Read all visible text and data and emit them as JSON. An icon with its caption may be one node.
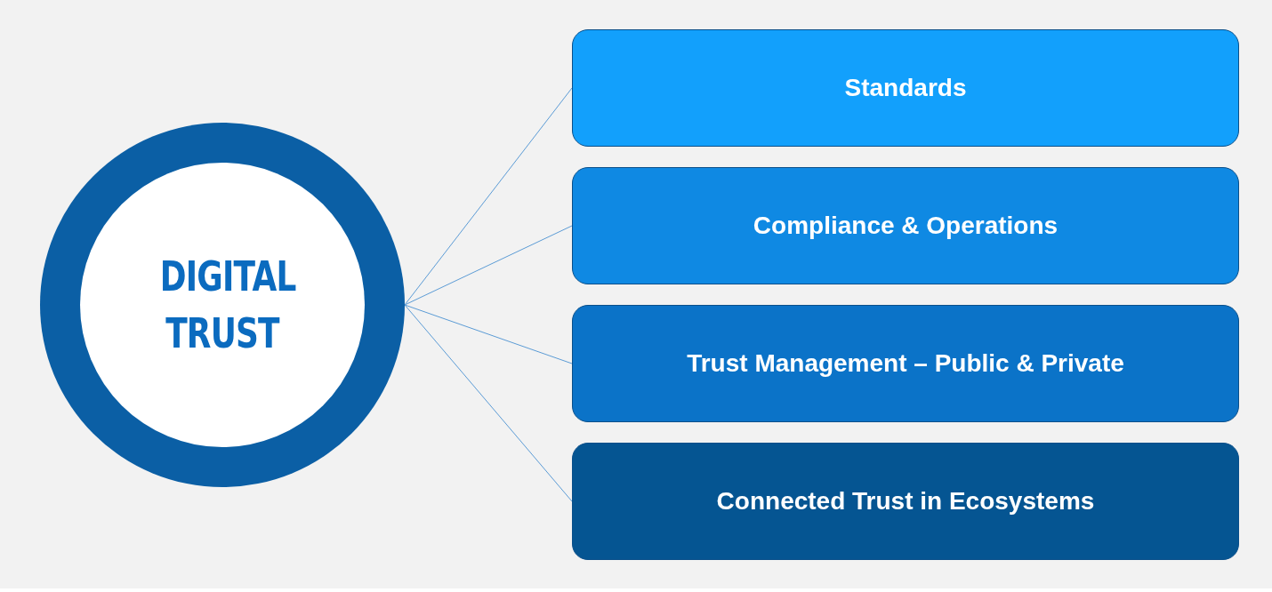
{
  "diagram": {
    "nodes": [
      {
        "text": [
          "DIGITAL TRUST"
        ]
      },
      {
        "text": [
          "Standards"
        ]
      },
      {
        "text": [
          "Compliance & Operations"
        ]
      },
      {
        "text": [
          "Trust Management – Public & Private"
        ]
      },
      {
        "text": [
          "Connected Trust in Ecosystems"
        ]
      }
    ],
    "edges": [
      {
        "from": 0,
        "to": 1,
        "arrow": "none"
      },
      {
        "from": 0,
        "to": 2,
        "arrow": "none"
      },
      {
        "from": 0,
        "to": 3,
        "arrow": "none"
      },
      {
        "from": 0,
        "to": 4,
        "arrow": "none"
      }
    ]
  }
}
